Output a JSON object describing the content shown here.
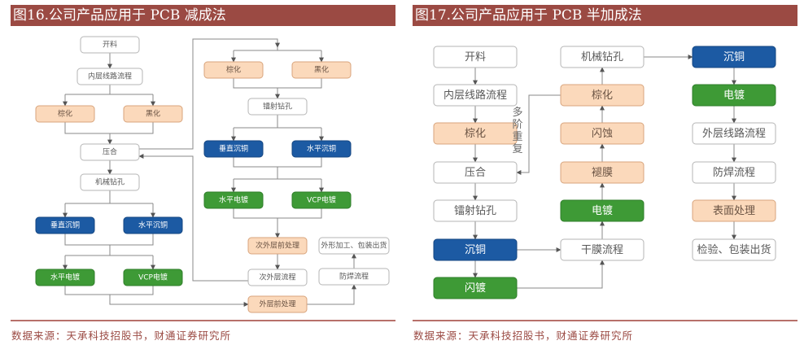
{
  "colors": {
    "title_bg": "#9b4a43",
    "footer_text": "#9b4a43",
    "white_fill": "#ffffff",
    "white_stroke": "#b5b5b5",
    "white_text": "#595959",
    "peach_fill": "#fbd9bb",
    "peach_stroke": "#d8a47c",
    "peach_text": "#6b5444",
    "blue_fill": "#1c5aa3",
    "blue_stroke": "#154682",
    "blue_text": "#ffffff",
    "green_fill": "#3e9a36",
    "green_stroke": "#2f7d29",
    "green_text": "#ffffff"
  },
  "left": {
    "title": "图16.公司产品应用于 PCB 减成法",
    "source": "数据来源：天承科技招股书，财通证券研究所",
    "nodes": [
      {
        "id": "kailiao",
        "label": "开料",
        "style": "white"
      },
      {
        "id": "neiceng",
        "label": "内层线路流程",
        "style": "white"
      },
      {
        "id": "zonghua1",
        "label": "棕化",
        "style": "peach"
      },
      {
        "id": "heihua1",
        "label": "黑化",
        "style": "peach"
      },
      {
        "id": "yahe",
        "label": "压合",
        "style": "white"
      },
      {
        "id": "jixie",
        "label": "机械钻孔",
        "style": "white"
      },
      {
        "id": "chuizhi1",
        "label": "垂直沉铜",
        "style": "blue"
      },
      {
        "id": "shuiping1",
        "label": "水平沉铜",
        "style": "blue"
      },
      {
        "id": "spdd1",
        "label": "水平电镀",
        "style": "green"
      },
      {
        "id": "vcp1",
        "label": "VCP电镀",
        "style": "green"
      },
      {
        "id": "zonghua2",
        "label": "棕化",
        "style": "peach"
      },
      {
        "id": "heihua2",
        "label": "黑化",
        "style": "peach"
      },
      {
        "id": "leishe",
        "label": "镭射钻孔",
        "style": "white"
      },
      {
        "id": "chuizhi2",
        "label": "垂直沉铜",
        "style": "blue"
      },
      {
        "id": "shuiping2",
        "label": "水平沉铜",
        "style": "blue"
      },
      {
        "id": "spdd2",
        "label": "水平电镀",
        "style": "green"
      },
      {
        "id": "vcp2",
        "label": "VCP电镀",
        "style": "green"
      },
      {
        "id": "ciwaiqian",
        "label": "次外层前处理",
        "style": "peach"
      },
      {
        "id": "ciwai",
        "label": "次外层流程",
        "style": "white"
      },
      {
        "id": "waiqian",
        "label": "外层前处理",
        "style": "peach"
      },
      {
        "id": "fanghan",
        "label": "防焊流程",
        "style": "white"
      },
      {
        "id": "waixing",
        "label": "外形加工、包装出货",
        "style": "white"
      }
    ]
  },
  "right": {
    "title": "图17.公司产品应用于 PCB 半加成法",
    "source": "数据来源：天承科技招股书，财通证券研究所",
    "loop_label": "多阶重复",
    "nodes": [
      {
        "id": "kailiao",
        "label": "开料",
        "style": "white"
      },
      {
        "id": "neiceng",
        "label": "内层线路流程",
        "style": "white"
      },
      {
        "id": "zonghua1",
        "label": "棕化",
        "style": "peach"
      },
      {
        "id": "yahe",
        "label": "压合",
        "style": "white"
      },
      {
        "id": "leishe",
        "label": "镭射钻孔",
        "style": "white"
      },
      {
        "id": "chentong1",
        "label": "沉铜",
        "style": "blue"
      },
      {
        "id": "shandu",
        "label": "闪镀",
        "style": "green"
      },
      {
        "id": "jixie",
        "label": "机械钻孔",
        "style": "white"
      },
      {
        "id": "zonghua2",
        "label": "棕化",
        "style": "peach"
      },
      {
        "id": "shanshi",
        "label": "闪蚀",
        "style": "peach"
      },
      {
        "id": "tuimo",
        "label": "褪膜",
        "style": "peach"
      },
      {
        "id": "diandu1",
        "label": "电镀",
        "style": "green"
      },
      {
        "id": "ganmo",
        "label": "干膜流程",
        "style": "white"
      },
      {
        "id": "chentong2",
        "label": "沉铜",
        "style": "blue"
      },
      {
        "id": "diandu2",
        "label": "电镀",
        "style": "green"
      },
      {
        "id": "waiceng",
        "label": "外层线路流程",
        "style": "white"
      },
      {
        "id": "fanghan",
        "label": "防焊流程",
        "style": "white"
      },
      {
        "id": "biaomian",
        "label": "表面处理",
        "style": "peach"
      },
      {
        "id": "jianyan",
        "label": "检验、包装出货",
        "style": "white"
      }
    ]
  }
}
